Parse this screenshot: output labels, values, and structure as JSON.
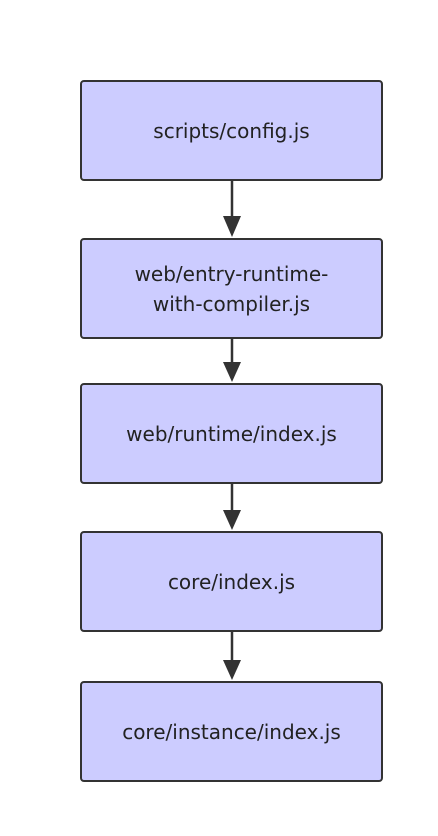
{
  "flowchart": {
    "nodes": [
      {
        "label": "scripts/config.js"
      },
      {
        "label": "web/entry-runtime-with-compiler.js"
      },
      {
        "label": "web/runtime/index.js"
      },
      {
        "label": "core/index.js"
      },
      {
        "label": "core/instance/index.js"
      }
    ],
    "colors": {
      "node_fill": "#ccccff",
      "node_border": "#333333",
      "arrow": "#333333",
      "text": "#222222"
    }
  }
}
